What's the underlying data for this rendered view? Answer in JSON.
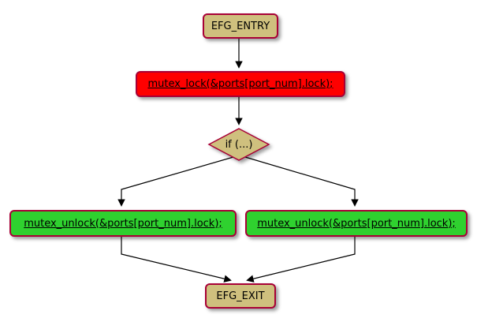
{
  "diagram": {
    "nodes": {
      "entry": {
        "label": "EFG_ENTRY"
      },
      "lock": {
        "label": "mutex_lock(&ports[port_num].lock);"
      },
      "condition": {
        "label": "if (...)"
      },
      "unlock_left": {
        "label": "mutex_unlock(&ports[port_num].lock);"
      },
      "unlock_right": {
        "label": "mutex_unlock(&ports[port_num].lock);"
      },
      "exit": {
        "label": "EFG_EXIT"
      }
    },
    "colors": {
      "node_fill": "#CFC07E",
      "node_border": "#A80036",
      "lock_fill": "#FE0000",
      "unlock_fill": "#2FD12F",
      "arrow": "#000000",
      "background": "#FFFFFF"
    }
  }
}
